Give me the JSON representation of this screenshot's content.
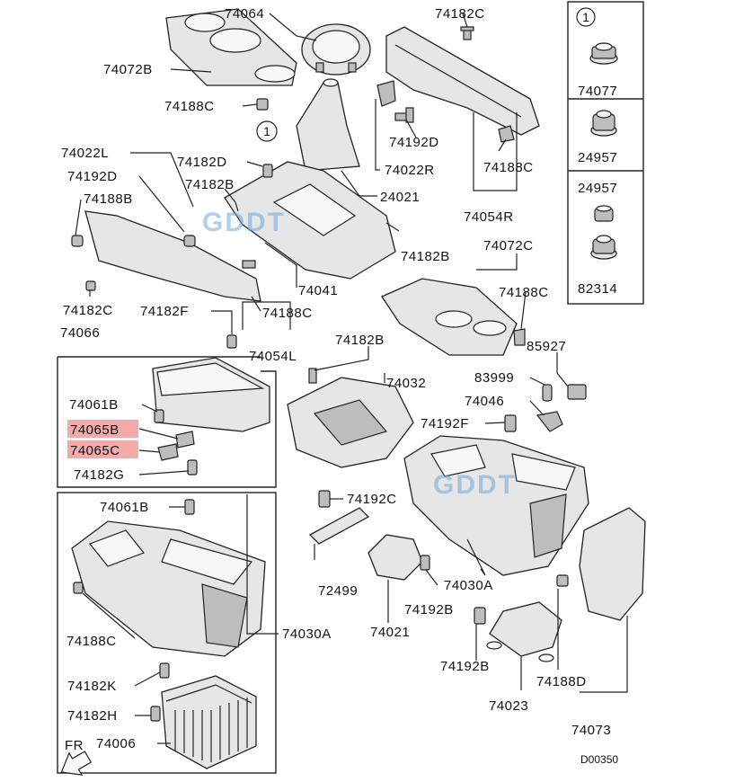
{
  "labels": {
    "p74064": "74064",
    "p74182C_top": "74182C",
    "p74072B": "74072B",
    "p74188C_a": "74188C",
    "p74192D_right": "74192D",
    "p74022L": "74022L",
    "p74182D": "74182D",
    "p74022R": "74022R",
    "p74188C_b": "74188C",
    "p74192D_left": "74192D",
    "p74182B_a": "74182B",
    "p24021": "24021",
    "p74188B": "74188B",
    "p74054R": "74054R",
    "p74182B_b": "74182B",
    "p74072C": "74072C",
    "p74041": "74041",
    "p74188C_c": "74188C",
    "p74182C_left": "74182C",
    "p74182F": "74182F",
    "p74188C_d": "74188C",
    "p74066": "74066",
    "p74054L": "74054L",
    "p74182B_c": "74182B",
    "p85927": "85927",
    "p74032": "74032",
    "p83999": "83999",
    "p74061B_a": "74061B",
    "p74046": "74046",
    "p74065B": "74065B",
    "p74192F": "74192F",
    "p74065C": "74065C",
    "p74182G": "74182G",
    "p74061B_b": "74061B",
    "p74192C": "74192C",
    "p72499": "72499",
    "p74030A_a": "74030A",
    "p74192B_a": "74192B",
    "p74188C_e": "74188C",
    "p74030A_b": "74030A",
    "p74021": "74021",
    "p74182K": "74182K",
    "p74192B_b": "74192B",
    "p74188D": "74188D",
    "p74023": "74023",
    "p74182H": "74182H",
    "p74006": "74006",
    "p74073": "74073",
    "fr": "FR",
    "code": "D00350",
    "circle_one_a": "1",
    "circle_one_b": "1",
    "inset_74077": "74077",
    "inset_24957_a": "24957",
    "inset_24957_b": "24957",
    "inset_82314": "82314"
  },
  "watermarks": {
    "a": "GDDT",
    "b": "GDDT"
  },
  "colors": {
    "highlight": "#f2aaaa",
    "watermark": "#6fa8dc"
  }
}
